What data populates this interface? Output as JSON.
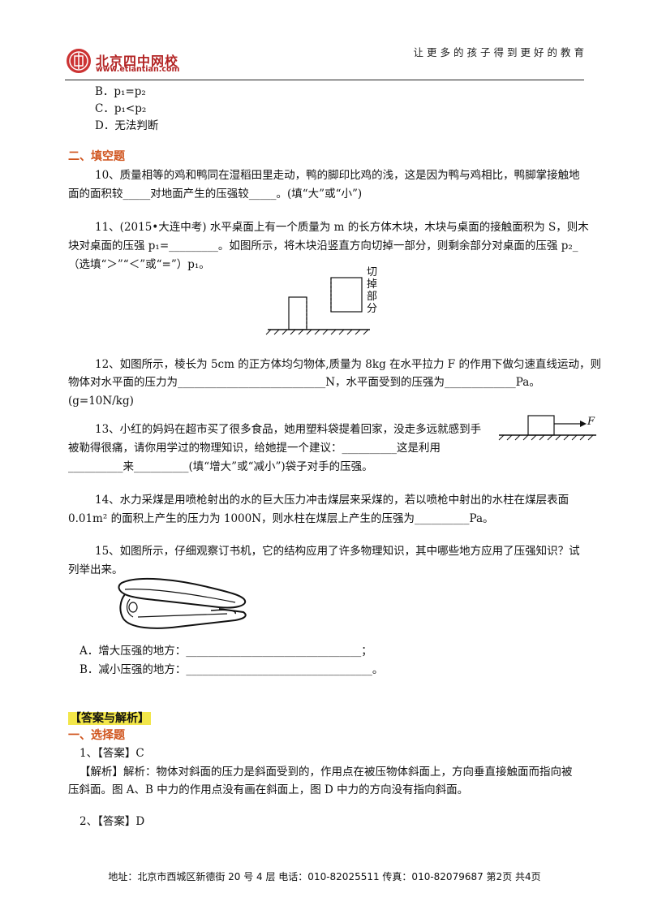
{
  "header": {
    "logo_name": "北京四中网校",
    "logo_url": "www.etiantian.com",
    "slogan": "让更多的孩子得到更好的教育"
  },
  "options_tail": [
    "B．p₁=p₂",
    "C．p₁<p₂",
    "D．无法判断"
  ],
  "section2_title": "二、填空题",
  "q10": [
    "10、质量相等的鸡和鸭同在湿稻田里走动，鸭的脚印比鸡的浅，这是因为鸭与鸡相比，鸭脚掌接触地",
    "面的面积较_____对地面产生的压强较_____。(填“大”或“小”)"
  ],
  "q11": [
    "11、(2015•大连中考) 水平桌面上有一个质量为 m 的长方体木块，木块与桌面的接触面积为 S，则木",
    "块对桌面的压强 p₁=_________。如图所示，将木块沿竖直方向切掉一部分，则剩余部分对桌面的压强 p₂_",
    "（选填“＞”“＜”或“=”）p₁。"
  ],
  "q11_fig_label": "切掉部分",
  "q12": [
    "12、如图所示，棱长为 5cm 的正方体均匀物体,质量为 8kg 在水平拉力 F 的作用下做匀速直线运动，则",
    "物体对水平面的压力为___________________________N，水平面受到的压强为_____________Pa。",
    "(g=10N/kg)"
  ],
  "q13": [
    "13、小红的妈妈在超市买了很多食品，她用塑料袋提着回家，没走多远就感到手",
    "被勒得很痛，请你用学过的物理知识，给她提一个建议：__________这是利用",
    "__________来__________(填“增大”或“减小”)袋子对手的压强。"
  ],
  "q13_fig_label": "F",
  "q14": [
    "14、水力采煤是用喷枪射出的水的巨大压力冲击煤层来采煤的，若以喷枪中射出的水柱在煤层表面",
    "0.01m² 的面积上产生的压力为 1000N，则水柱在煤层上产生的压强为__________Pa。"
  ],
  "q15": [
    "15、如图所示，仔细观察订书机，它的结构应用了许多物理知识，其中哪些地方应用了压强知识？试",
    "列举出来。"
  ],
  "q15_answers": [
    "A．增大压强的地方：________________________________；",
    "B．减小压强的地方：__________________________________。"
  ],
  "answers_title": "【答案与解析】",
  "section1_title": "一、选择题",
  "ans1": "1、【答案】C",
  "ans1_explain": [
    "【解析】解析：物体对斜面的压力是斜面受到的，作用点在被压物体斜面上，方向垂直接触面而指向被",
    "压斜面。图 A、B 中力的作用点没有画在斜面上，图 D 中力的方向没有指向斜面。"
  ],
  "ans2": "2、【答案】D",
  "footer": "地址：北京市西城区新德街 20 号 4 层  电话：010-82025511  传真：010-82079687    第2页  共4页",
  "colors": {
    "brand": "#b32424",
    "section": "#d0541d",
    "highlight": "#f2e64a"
  }
}
